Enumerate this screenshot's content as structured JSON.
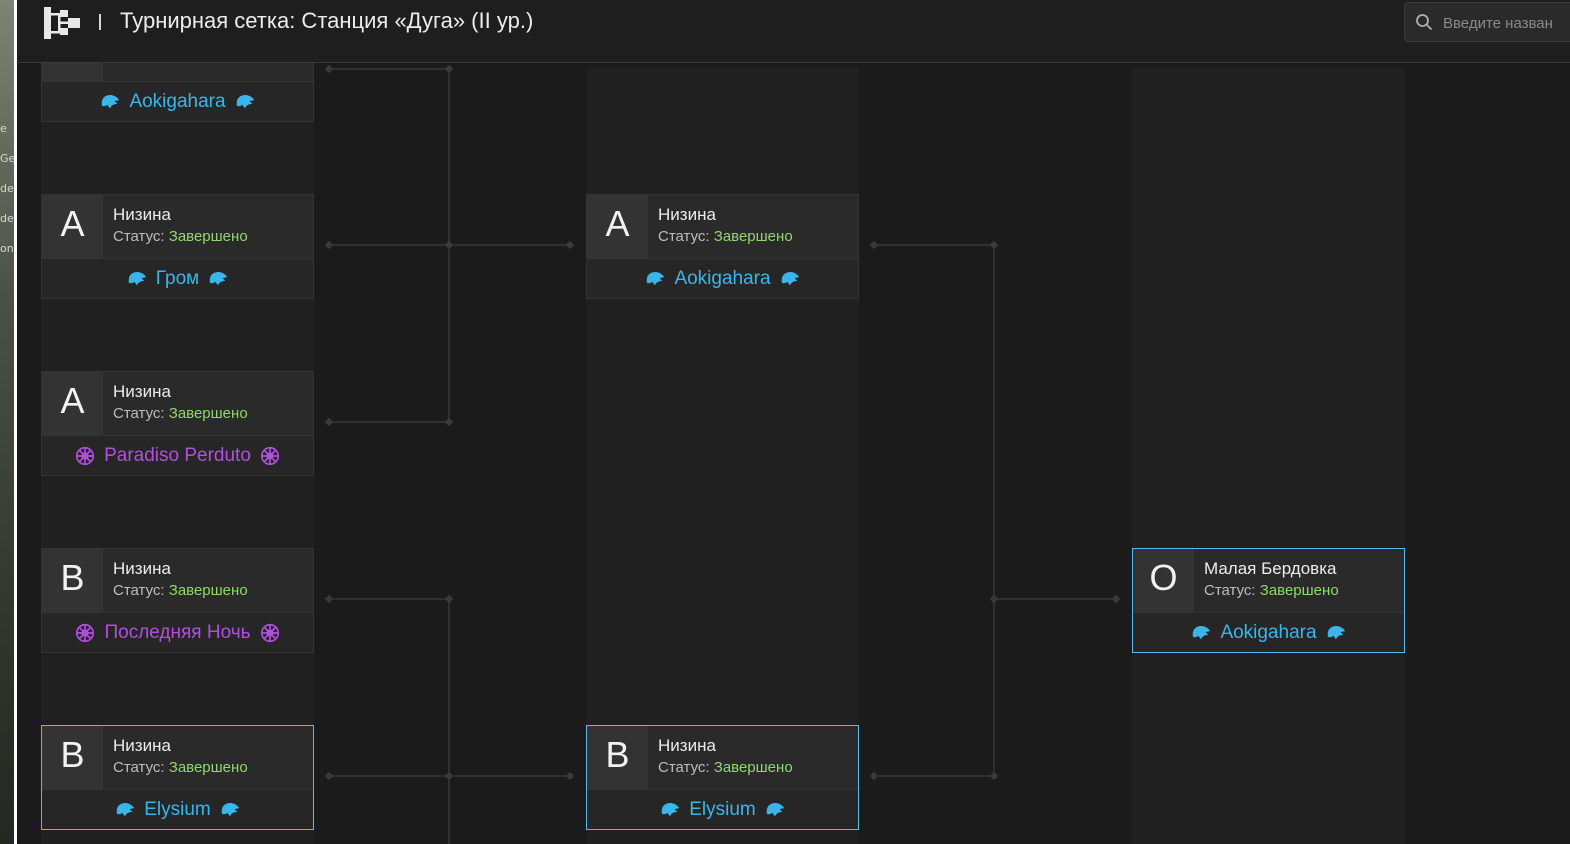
{
  "background_window": {
    "fragments": [
      "e",
      "Ge",
      "de",
      "de",
      "ona"
    ]
  },
  "header": {
    "title": "Турнирная сетка: Станция «Дуга» (II ур.)",
    "icon": "bracket-tree-icon"
  },
  "search": {
    "placeholder": "Введите назван",
    "icon": "search-icon"
  },
  "colors": {
    "accent_blue": "#3ab5ea",
    "accent_purple": "#b14fe0",
    "status_green": "#8fd96a",
    "highlight_border": "#5bb8e8"
  },
  "status_label": "Статус:",
  "rounds": [
    {
      "matches": [
        {
          "winner": "Aokigahara",
          "team_icon": "bird-emblem-icon",
          "team_color": "blue",
          "partial": true
        },
        {
          "stage": "A",
          "map": "Низина",
          "status": "Завершено",
          "winner": "Гром",
          "team_icon": "bird-emblem-icon",
          "team_color": "blue"
        },
        {
          "stage": "A",
          "map": "Низина",
          "status": "Завершено",
          "winner": "Paradiso Perduto",
          "team_icon": "wheel-emblem-icon",
          "team_color": "purple"
        },
        {
          "stage": "B",
          "map": "Низина",
          "status": "Завершено",
          "winner": "Последняя Ночь",
          "team_icon": "wheel-emblem-icon",
          "team_color": "purple"
        },
        {
          "stage": "B",
          "map": "Низина",
          "status": "Завершено",
          "winner": "Elysium",
          "team_icon": "bird-emblem-icon",
          "team_color": "blue",
          "highlighted": true
        }
      ]
    },
    {
      "matches": [
        {
          "stage": "A",
          "map": "Низина",
          "status": "Завершено",
          "winner": "Aokigahara",
          "team_icon": "bird-emblem-icon",
          "team_color": "blue"
        },
        {
          "stage": "B",
          "map": "Низина",
          "status": "Завершено",
          "winner": "Elysium",
          "team_icon": "bird-emblem-icon",
          "team_color": "blue",
          "highlighted": true
        }
      ]
    },
    {
      "matches": [
        {
          "stage": "O",
          "map": "Малая Бердовка",
          "status": "Завершено",
          "winner": "Aokigahara",
          "team_icon": "bird-emblem-icon",
          "team_color": "blue",
          "highlighted": true
        }
      ]
    }
  ]
}
